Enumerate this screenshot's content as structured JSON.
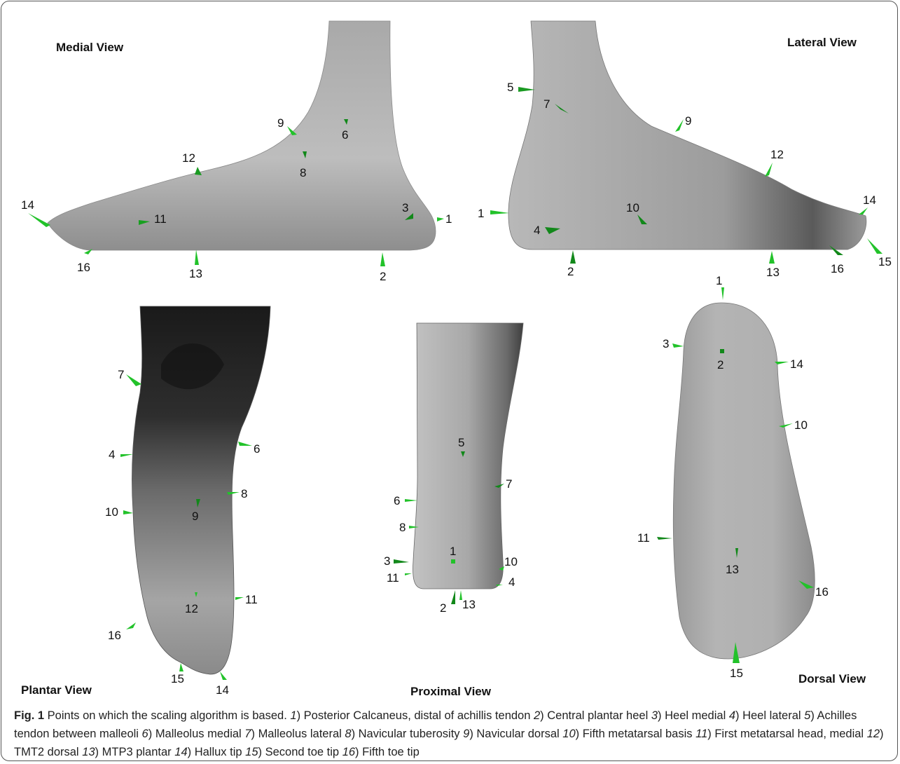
{
  "views": {
    "medial": "Medial View",
    "lateral": "Lateral View",
    "plantar": "Plantar View",
    "proximal": "Proximal View",
    "dorsal": "Dorsal View"
  },
  "labels": {
    "medial": [
      "14",
      "11",
      "16",
      "13",
      "12",
      "9",
      "6",
      "8",
      "3",
      "1",
      "2"
    ],
    "lateral": [
      "5",
      "7",
      "9",
      "12",
      "14",
      "1",
      "10",
      "4",
      "2",
      "13",
      "16",
      "15"
    ],
    "plantar": [
      "7",
      "4",
      "6",
      "10",
      "8",
      "9",
      "12",
      "11",
      "16",
      "15",
      "14"
    ],
    "proximal": [
      "5",
      "7",
      "6",
      "8",
      "1",
      "3",
      "10",
      "11",
      "4",
      "2",
      "13"
    ],
    "dorsal": [
      "1",
      "3",
      "2",
      "14",
      "10",
      "11",
      "13",
      "16",
      "15"
    ]
  },
  "caption": {
    "label": "Fig. 1",
    "intro": " Points on which the scaling algorithm is based. ",
    "items": [
      {
        "n": "1",
        "t": ") Posterior Calcaneus, distal of achillis tendon "
      },
      {
        "n": "2",
        "t": ") Central plantar heel "
      },
      {
        "n": "3",
        "t": ") Heel medial "
      },
      {
        "n": "4",
        "t": ") Heel lateral "
      },
      {
        "n": "5",
        "t": ") Achilles tendon between malleoli "
      },
      {
        "n": "6",
        "t": ") Malleolus medial "
      },
      {
        "n": "7",
        "t": ") Malleolus lateral "
      },
      {
        "n": "8",
        "t": ") Navicular tuberosity "
      },
      {
        "n": "9",
        "t": ") Navicular dorsal "
      },
      {
        "n": "10",
        "t": ") Fifth metatarsal basis "
      },
      {
        "n": "11",
        "t": ") First metatarsal head, medial "
      },
      {
        "n": "12",
        "t": ") TMT2 dorsal "
      },
      {
        "n": "13",
        "t": ") MTP3 plantar "
      },
      {
        "n": "14",
        "t": ") Hallux tip "
      },
      {
        "n": "15",
        "t": ") Second toe tip "
      },
      {
        "n": "16",
        "t": ") Fifth toe tip"
      }
    ]
  },
  "colors": {
    "marker": "#22c22a",
    "marker_dark": "#0f7f16",
    "foot_light": "#c9c9c9",
    "foot_mid": "#9a9a9a",
    "foot_dark": "#2a2a2a"
  }
}
